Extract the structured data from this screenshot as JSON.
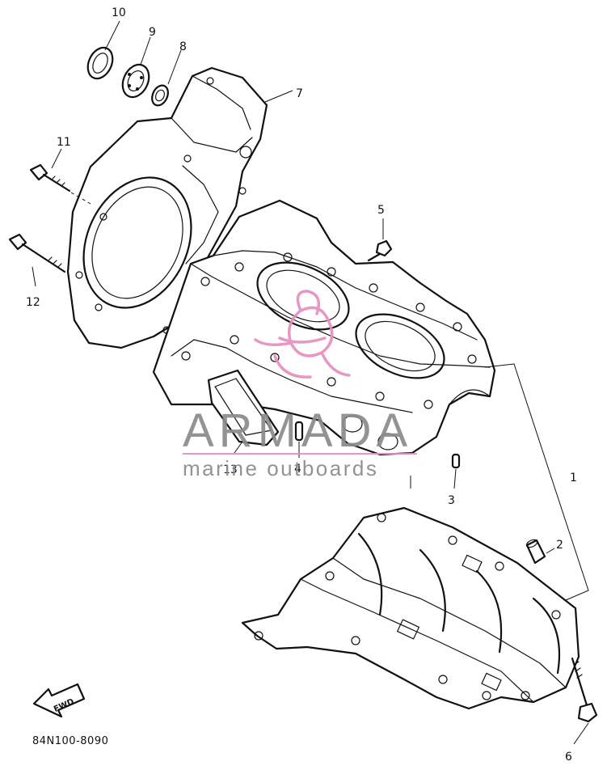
{
  "diagram": {
    "part_code": "84N100-8090",
    "callouts": [
      "1",
      "2",
      "3",
      "4",
      "5",
      "6",
      "7",
      "8",
      "9",
      "10",
      "11",
      "12",
      "13"
    ],
    "fwd_arrow_text": "FWD"
  },
  "watermark": {
    "brand": "ARMADA",
    "tagline": "marine outboards",
    "colors": {
      "text": "#8a8a8a",
      "logo": "#e58fc0"
    }
  }
}
